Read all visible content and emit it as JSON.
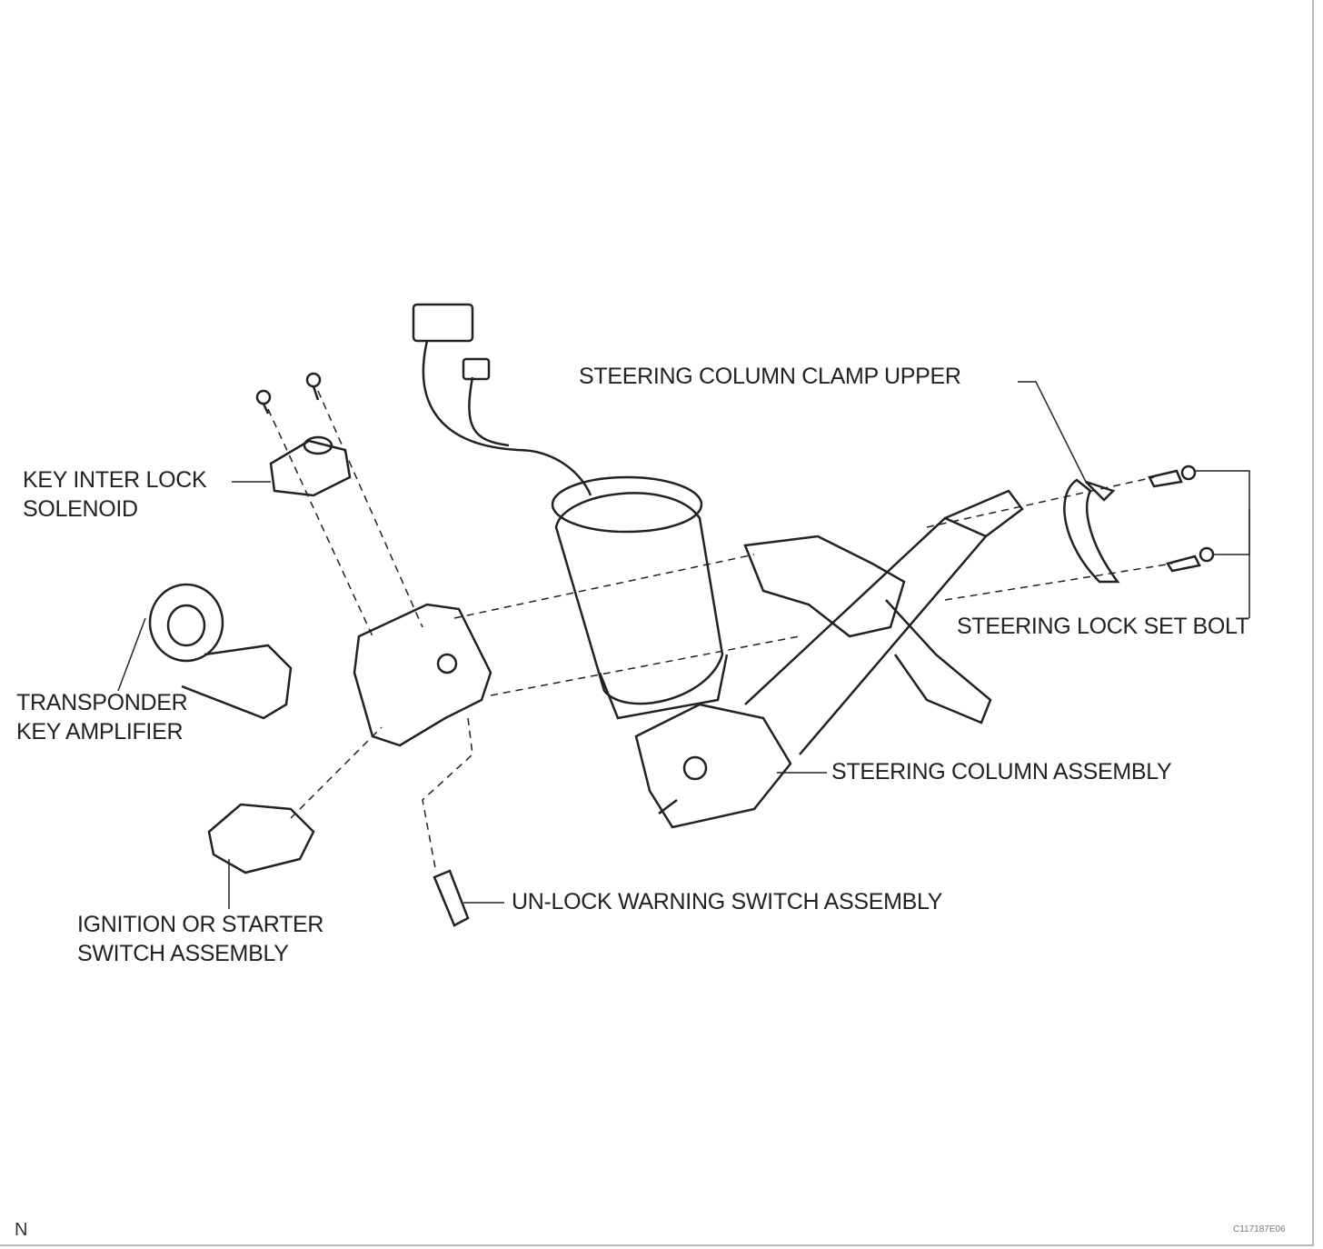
{
  "labels": {
    "clamp_upper": "STEERING COLUMN CLAMP UPPER",
    "key_inter_lock_1": "KEY INTER LOCK",
    "key_inter_lock_2": "SOLENOID",
    "transponder_1": "TRANSPONDER",
    "transponder_2": "KEY AMPLIFIER",
    "lock_set_bolt": "STEERING LOCK SET BOLT",
    "column_assembly": "STEERING COLUMN ASSEMBLY",
    "unlock_switch": "UN-LOCK WARNING SWITCH ASSEMBLY",
    "ignition_1": "IGNITION OR STARTER",
    "ignition_2": "SWITCH ASSEMBLY"
  },
  "footer": {
    "orientation": "N",
    "figure_code": "C117187E06"
  }
}
